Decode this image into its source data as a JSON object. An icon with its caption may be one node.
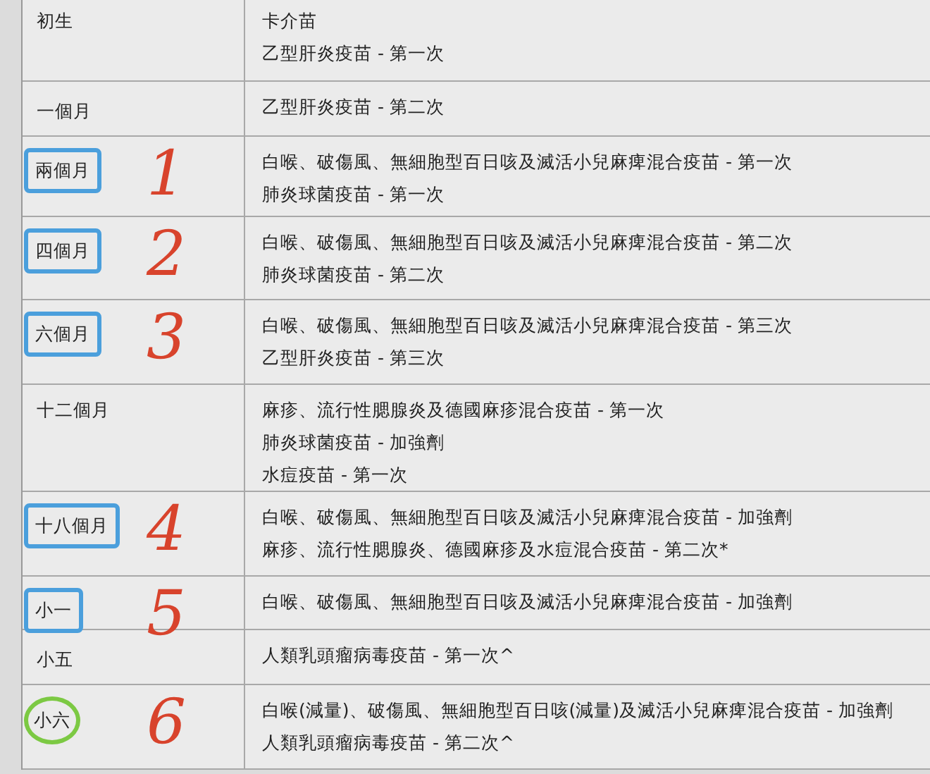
{
  "diagram": {
    "nodes": [
      {
        "text": [
          "兩個月"
        ]
      },
      {
        "text": [
          "四個月"
        ]
      },
      {
        "text": [
          "六個月"
        ]
      },
      {
        "text": [
          "十八個月"
        ]
      },
      {
        "text": [
          "小一"
        ]
      },
      {
        "text": [
          "小六"
        ]
      }
    ],
    "labels": [
      "初生",
      "卡介苗",
      "乙型肝炎疫苗 - 第一次",
      "一個月",
      "乙型肝炎疫苗 - 第二次",
      "1",
      "白喉、破傷風、無細胞型百日咳及滅活小兒麻痺混合疫苗 - 第一次",
      "肺炎球菌疫苗 - 第一次",
      "2",
      "白喉、破傷風、無細胞型百日咳及滅活小兒麻痺混合疫苗 - 第二次",
      "肺炎球菌疫苗 - 第二次",
      "3",
      "白喉、破傷風、無細胞型百日咳及滅活小兒麻痺混合疫苗 - 第三次",
      "乙型肝炎疫苗 - 第三次",
      "十二個月",
      "麻疹、流行性腮腺炎及德國麻疹混合疫苗 - 第一次",
      "肺炎球菌疫苗 - 加強劑",
      "水痘疫苗 - 第一次",
      "4",
      "白喉、破傷風、無細胞型百日咳及滅活小兒麻痺混合疫苗 - 加強劑",
      "麻疹、流行性腮腺炎、德國麻疹及水痘混合疫苗 - 第二次*",
      "5",
      "白喉、破傷風、無細胞型百日咳及滅活小兒麻痺混合疫苗 - 加強劑",
      "小五",
      "人類乳頭瘤病毒疫苗 - 第一次^",
      "6",
      "白喉(減量)、破傷風、無細胞型百日咳(減量)及滅活小兒麻痺混合疫苗 - 加強劑",
      "人類乳頭瘤病毒疫苗 - 第二次^"
    ]
  }
}
